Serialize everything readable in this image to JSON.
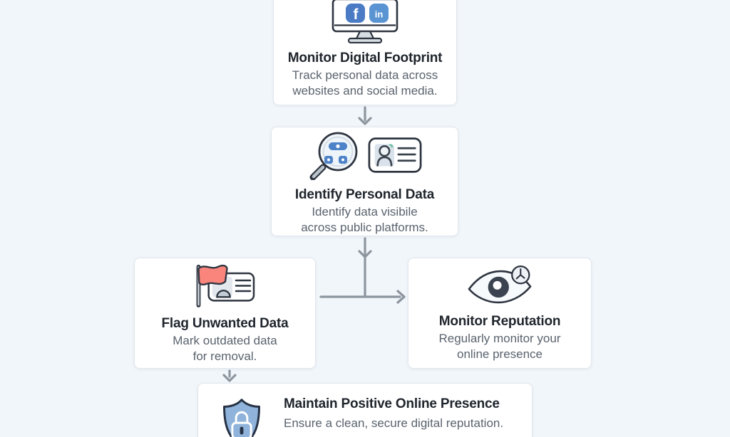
{
  "nodes": {
    "monitor_footprint": {
      "title": "Monitor Digital Footprint",
      "lines": [
        "Track personal data across",
        "websites and social media."
      ]
    },
    "identify_data": {
      "title": "Identify Personal Data",
      "lines": [
        "Identify data visibile",
        "across public platforms."
      ]
    },
    "flag_data": {
      "title": "Flag Unwanted Data",
      "lines": [
        "Mark outdated data",
        "for removal."
      ]
    },
    "monitor_reputation": {
      "title": "Monitor Reputation",
      "lines": [
        "Regularly monitor your",
        "online presence"
      ]
    },
    "maintain_presence": {
      "title": "Maintain Positive Online Presence",
      "subtitle": "Ensure a clean, secure digital reputation."
    }
  },
  "icon_glyphs": {
    "facebook": "f",
    "linkedin": "in"
  },
  "colors": {
    "facebook_blue": "#4a7bc4",
    "linkedin_blue": "#5b94d2",
    "magnifier_blue": "#4d82c8",
    "flag_red": "#f9857d",
    "shield_blue": "#8fb3da",
    "arrow_gray": "#8d959e",
    "outline_dark": "#2e3540"
  }
}
